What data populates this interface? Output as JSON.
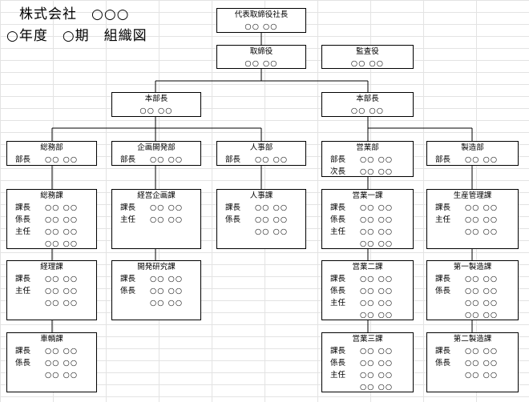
{
  "title": {
    "company": "株式会社　○○○",
    "period": "○年度　○期　組織図"
  },
  "boxes": {
    "ceo": {
      "name": "代表取締役社長",
      "value": "○○ ○○"
    },
    "director": {
      "name": "取締役",
      "value": "○○ ○○"
    },
    "auditor": {
      "name": "監査役",
      "value": "○○ ○○"
    },
    "hq_left": {
      "name": "本部長",
      "value": "○○ ○○"
    },
    "hq_right": {
      "name": "本部長",
      "value": "○○ ○○"
    },
    "general_affairs_dept": {
      "name": "総務部",
      "rows": [
        {
          "role": "部長",
          "name": "○○ ○○"
        }
      ]
    },
    "planning_dev_dept": {
      "name": "企画開発部",
      "rows": [
        {
          "role": "部長",
          "name": "○○ ○○"
        }
      ]
    },
    "hr_dept": {
      "name": "人事部",
      "rows": [
        {
          "role": "部長",
          "name": "○○ ○○"
        }
      ]
    },
    "sales_dept": {
      "name": "営業部",
      "rows": [
        {
          "role": "部長",
          "name": "○○ ○○"
        },
        {
          "role": "次長",
          "name": "○○ ○○"
        }
      ]
    },
    "manufacturing_dept": {
      "name": "製造部",
      "rows": [
        {
          "role": "部長",
          "name": "○○ ○○"
        }
      ]
    },
    "general_affairs_sec": {
      "name": "総務課",
      "rows": [
        {
          "role": "課長",
          "name": "○○ ○○"
        },
        {
          "role": "係長",
          "name": "○○ ○○"
        },
        {
          "role": "主任",
          "name": "○○ ○○"
        },
        {
          "role": "",
          "name": "○○ ○○"
        }
      ]
    },
    "mgmt_planning_sec": {
      "name": "経営企画課",
      "rows": [
        {
          "role": "課長",
          "name": "○○ ○○"
        },
        {
          "role": "主任",
          "name": "○○ ○○"
        }
      ]
    },
    "hr_sec": {
      "name": "人事課",
      "rows": [
        {
          "role": "課長",
          "name": "○○ ○○"
        },
        {
          "role": "係長",
          "name": "○○ ○○"
        },
        {
          "role": "",
          "name": "○○ ○○"
        }
      ]
    },
    "sales1_sec": {
      "name": "営業一課",
      "rows": [
        {
          "role": "課長",
          "name": "○○ ○○"
        },
        {
          "role": "係長",
          "name": "○○ ○○"
        },
        {
          "role": "主任",
          "name": "○○ ○○"
        },
        {
          "role": "",
          "name": "○○ ○○"
        }
      ]
    },
    "prod_mgmt_sec": {
      "name": "生産管理課",
      "rows": [
        {
          "role": "課長",
          "name": "○○ ○○"
        },
        {
          "role": "主任",
          "name": "○○ ○○"
        },
        {
          "role": "",
          "name": "○○ ○○"
        }
      ]
    },
    "accounting_sec": {
      "name": "経理課",
      "rows": [
        {
          "role": "課長",
          "name": "○○ ○○"
        },
        {
          "role": "主任",
          "name": "○○ ○○"
        },
        {
          "role": "",
          "name": "○○ ○○"
        }
      ]
    },
    "rd_sec": {
      "name": "開発研究課",
      "rows": [
        {
          "role": "課長",
          "name": "○○ ○○"
        },
        {
          "role": "係長",
          "name": "○○ ○○"
        },
        {
          "role": "",
          "name": "○○ ○○"
        }
      ]
    },
    "sales2_sec": {
      "name": "営業二課",
      "rows": [
        {
          "role": "課長",
          "name": "○○ ○○"
        },
        {
          "role": "係長",
          "name": "○○ ○○"
        },
        {
          "role": "主任",
          "name": "○○ ○○"
        },
        {
          "role": "",
          "name": "○○ ○○"
        }
      ]
    },
    "mfg1_sec": {
      "name": "第一製造課",
      "rows": [
        {
          "role": "課長",
          "name": "○○ ○○"
        },
        {
          "role": "係長",
          "name": "○○ ○○"
        },
        {
          "role": "",
          "name": "○○ ○○"
        },
        {
          "role": "",
          "name": "○○ ○○"
        }
      ]
    },
    "vehicle_sec": {
      "name": "車輌課",
      "rows": [
        {
          "role": "課長",
          "name": "○○ ○○"
        },
        {
          "role": "係長",
          "name": "○○ ○○"
        },
        {
          "role": "",
          "name": "○○ ○○"
        }
      ]
    },
    "sales3_sec": {
      "name": "営業三課",
      "rows": [
        {
          "role": "課長",
          "name": "○○ ○○"
        },
        {
          "role": "係長",
          "name": "○○ ○○"
        },
        {
          "role": "主任",
          "name": "○○ ○○"
        },
        {
          "role": "",
          "name": "○○ ○○"
        }
      ]
    },
    "mfg2_sec": {
      "name": "第二製造課",
      "rows": [
        {
          "role": "課長",
          "name": "○○ ○○"
        },
        {
          "role": "係長",
          "name": "○○ ○○"
        },
        {
          "role": "",
          "name": "○○ ○○"
        }
      ]
    }
  }
}
